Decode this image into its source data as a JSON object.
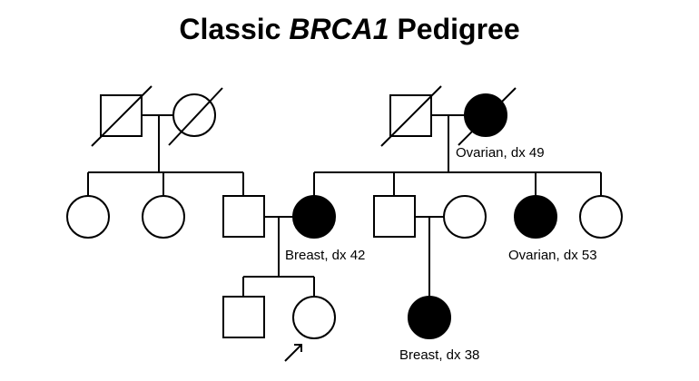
{
  "title": {
    "prefix": "Classic ",
    "gene": "BRCA1",
    "suffix": " Pedigree"
  },
  "annotations": {
    "grandmother_maternal": "Ovarian, dx 49",
    "mother": "Breast, dx 42",
    "aunt": "Ovarian, dx 53",
    "cousin": "Breast, dx 38"
  },
  "legend_semantics": {
    "square": "male",
    "circle": "female",
    "filled": "affected",
    "diagonal-slash": "deceased",
    "arrow": "proband"
  },
  "colors": {
    "affected_fill": "#000000",
    "unaffected_fill": "#ffffff",
    "stroke": "#000000"
  }
}
